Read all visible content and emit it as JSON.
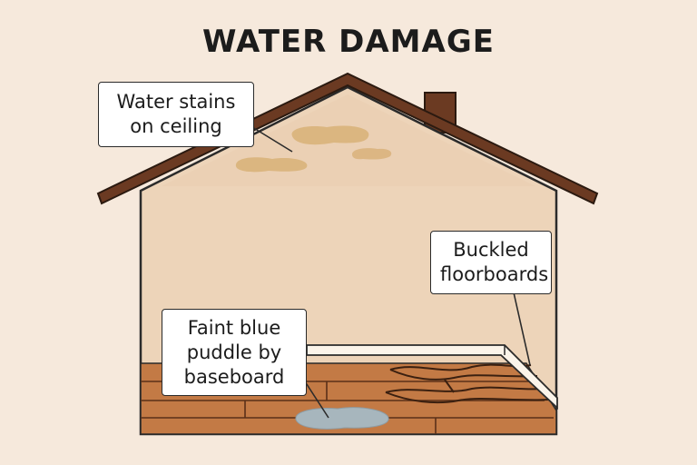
{
  "title": "WATER DAMAGE",
  "callouts": {
    "ceiling_stains": {
      "lines": [
        "Water stains",
        "on ceiling"
      ]
    },
    "buckled_floorboards": {
      "lines": [
        "Buckled",
        "floorboards"
      ]
    },
    "blue_puddle": {
      "lines": [
        "Faint blue",
        "puddle by",
        "baseboard"
      ]
    }
  },
  "colors": {
    "background": "#f6e9dc",
    "wall": "#edd4b9",
    "roof": "#6b3a22",
    "stain": "#d9b27a",
    "floor": "#c37a45",
    "baseboard": "#fbf4ea",
    "puddle": "#a7b6bd"
  }
}
